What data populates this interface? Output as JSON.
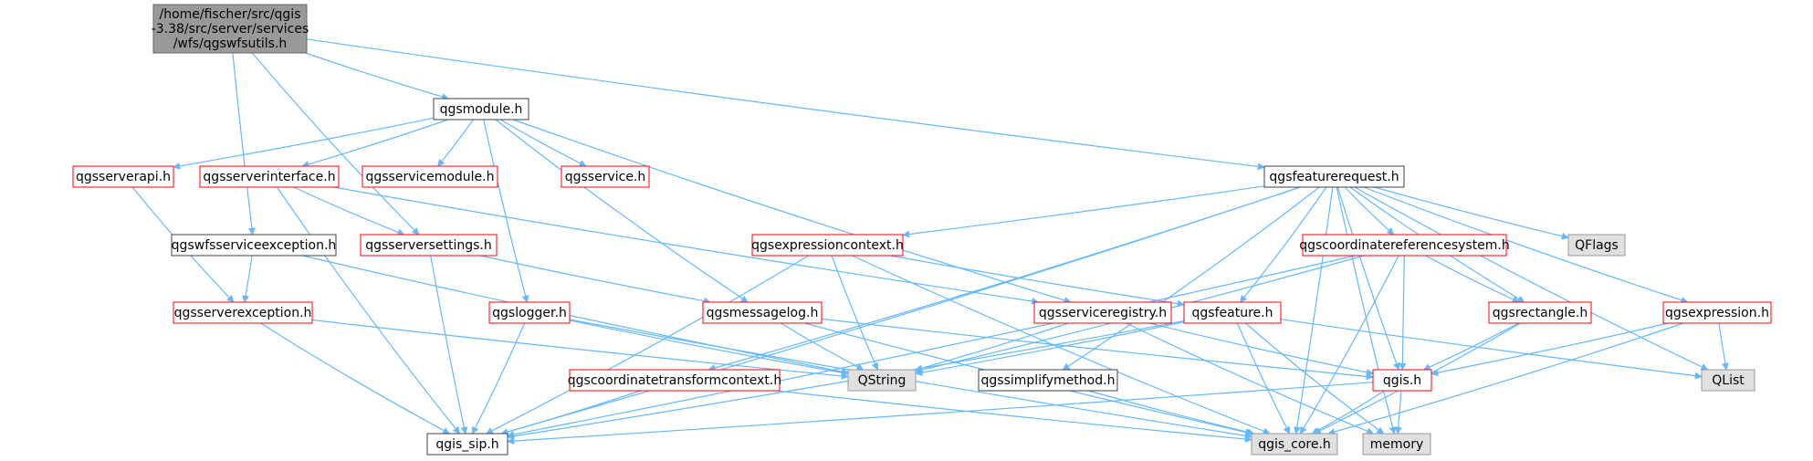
{
  "colors": {
    "edge": "#63b8ff",
    "root_fill": "#999999",
    "root_border": "#666666",
    "documented_border": "#ff0000",
    "plain_border": "#404040",
    "external_fill": "#e0e0e0",
    "external_border": "#999999",
    "text": "#000000"
  },
  "nodes": [
    {
      "id": "root",
      "lines": [
        "/home/fischer/src/qgis",
        "-3.38/src/server/services",
        "/wfs/qgswfsutils.h"
      ],
      "kind": "root"
    },
    {
      "id": "qgsmodule",
      "lines": [
        "qgsmodule.h"
      ],
      "kind": "plain"
    },
    {
      "id": "qgsserverapi",
      "lines": [
        "qgsserverapi.h"
      ],
      "kind": "documented"
    },
    {
      "id": "qgsserverinterface",
      "lines": [
        "qgsserverinterface.h"
      ],
      "kind": "documented"
    },
    {
      "id": "qgsservicemodule",
      "lines": [
        "qgsservicemodule.h"
      ],
      "kind": "documented"
    },
    {
      "id": "qgsservice",
      "lines": [
        "qgsservice.h"
      ],
      "kind": "documented"
    },
    {
      "id": "qgsfeaturerequest",
      "lines": [
        "qgsfeaturerequest.h"
      ],
      "kind": "plain"
    },
    {
      "id": "qgswfsserviceexception",
      "lines": [
        "qgswfsserviceexception.h"
      ],
      "kind": "plain"
    },
    {
      "id": "qgsserversettings",
      "lines": [
        "qgsserversettings.h"
      ],
      "kind": "documented"
    },
    {
      "id": "qgsexpressioncontext",
      "lines": [
        "qgsexpressioncontext.h"
      ],
      "kind": "documented"
    },
    {
      "id": "qgscoordinatereferencesystem",
      "lines": [
        "qgscoordinatereferencesystem.h"
      ],
      "kind": "documented"
    },
    {
      "id": "qflags",
      "lines": [
        "QFlags"
      ],
      "kind": "external"
    },
    {
      "id": "qgsserverexception",
      "lines": [
        "qgsserverexception.h"
      ],
      "kind": "documented"
    },
    {
      "id": "qgslogger",
      "lines": [
        "qgslogger.h"
      ],
      "kind": "documented"
    },
    {
      "id": "qgsmessagelog",
      "lines": [
        "qgsmessagelog.h"
      ],
      "kind": "documented"
    },
    {
      "id": "qgsserviceregistry",
      "lines": [
        "qgsserviceregistry.h"
      ],
      "kind": "documented"
    },
    {
      "id": "qgsfeature",
      "lines": [
        "qgsfeature.h"
      ],
      "kind": "documented"
    },
    {
      "id": "qgsrectangle",
      "lines": [
        "qgsrectangle.h"
      ],
      "kind": "documented"
    },
    {
      "id": "qgsexpression",
      "lines": [
        "qgsexpression.h"
      ],
      "kind": "documented"
    },
    {
      "id": "qgscoordinatetransformcontext",
      "lines": [
        "qgscoordinatetransformcontext.h"
      ],
      "kind": "documented"
    },
    {
      "id": "qstring",
      "lines": [
        "QString"
      ],
      "kind": "external"
    },
    {
      "id": "qgssimplifymethod",
      "lines": [
        "qgssimplifymethod.h"
      ],
      "kind": "plain"
    },
    {
      "id": "qgis",
      "lines": [
        "qgis.h"
      ],
      "kind": "documented"
    },
    {
      "id": "qlist",
      "lines": [
        "QList"
      ],
      "kind": "external"
    },
    {
      "id": "qgis_sip",
      "lines": [
        "qgis_sip.h"
      ],
      "kind": "plain"
    },
    {
      "id": "qgis_core",
      "lines": [
        "qgis_core.h"
      ],
      "kind": "external"
    },
    {
      "id": "memory",
      "lines": [
        "memory"
      ],
      "kind": "external"
    }
  ],
  "edges": [
    [
      "root",
      "qgsmodule"
    ],
    [
      "root",
      "qgsfeaturerequest"
    ],
    [
      "root",
      "qgswfsserviceexception"
    ],
    [
      "root",
      "qgsserversettings"
    ],
    [
      "qgsmodule",
      "qgsserverapi"
    ],
    [
      "qgsmodule",
      "qgsserverinterface"
    ],
    [
      "qgsmodule",
      "qgsservicemodule"
    ],
    [
      "qgsmodule",
      "qgsservice"
    ],
    [
      "qgsmodule",
      "qgslogger"
    ],
    [
      "qgsmodule",
      "qgsmessagelog"
    ],
    [
      "qgsmodule",
      "qgsserviceregistry"
    ],
    [
      "qgsserverapi",
      "qgsserverexception"
    ],
    [
      "qgsserverinterface",
      "qgsserversettings"
    ],
    [
      "qgsserverinterface",
      "qgis_sip"
    ],
    [
      "qgsserverinterface",
      "qgsserviceregistry"
    ],
    [
      "qgswfsserviceexception",
      "qgsserverexception"
    ],
    [
      "qgswfsserviceexception",
      "qstring"
    ],
    [
      "qgsserversettings",
      "qgsmessagelog"
    ],
    [
      "qgsserversettings",
      "qgis_sip"
    ],
    [
      "qgsserverexception",
      "qstring"
    ],
    [
      "qgsserverexception",
      "qgis_sip"
    ],
    [
      "qgslogger",
      "qstring"
    ],
    [
      "qgslogger",
      "qgis_sip"
    ],
    [
      "qgslogger",
      "qgis_core"
    ],
    [
      "qgsmessagelog",
      "qstring"
    ],
    [
      "qgsmessagelog",
      "qgis"
    ],
    [
      "qgsmessagelog",
      "qgis_core"
    ],
    [
      "qgsfeaturerequest",
      "qgsexpressioncontext"
    ],
    [
      "qgsfeaturerequest",
      "qgscoordinatereferencesystem"
    ],
    [
      "qgsfeaturerequest",
      "qflags"
    ],
    [
      "qgsfeaturerequest",
      "qgsfeature"
    ],
    [
      "qgsfeaturerequest",
      "qgsrectangle"
    ],
    [
      "qgsfeaturerequest",
      "qgsexpression"
    ],
    [
      "qgsfeaturerequest",
      "qgscoordinatetransformcontext"
    ],
    [
      "qgsfeaturerequest",
      "qgssimplifymethod"
    ],
    [
      "qgsfeaturerequest",
      "qgis"
    ],
    [
      "qgsfeaturerequest",
      "qlist"
    ],
    [
      "qgsfeaturerequest",
      "qgis_core"
    ],
    [
      "qgsfeaturerequest",
      "memory"
    ],
    [
      "qgsfeaturerequest",
      "qgis_sip"
    ],
    [
      "qgsexpressioncontext",
      "qstring"
    ],
    [
      "qgsexpressioncontext",
      "qgsfeature"
    ],
    [
      "qgsexpressioncontext",
      "qgis_sip"
    ],
    [
      "qgsexpressioncontext",
      "qgis_core"
    ],
    [
      "qgscoordinatereferencesystem",
      "qgsrectangle"
    ],
    [
      "qgscoordinatereferencesystem",
      "qgis"
    ],
    [
      "qgscoordinatereferencesystem",
      "qstring"
    ],
    [
      "qgscoordinatereferencesystem",
      "qgis_core"
    ],
    [
      "qgscoordinatereferencesystem",
      "qgis_sip"
    ],
    [
      "qgsserviceregistry",
      "qstring"
    ],
    [
      "qgsserviceregistry",
      "qgis"
    ],
    [
      "qgsserviceregistry",
      "memory"
    ],
    [
      "qgsfeature",
      "qstring"
    ],
    [
      "qgsfeature",
      "qgis_core"
    ],
    [
      "qgsfeature",
      "memory"
    ],
    [
      "qgsfeature",
      "qlist"
    ],
    [
      "qgsfeature",
      "qgis_sip"
    ],
    [
      "qgsrectangle",
      "qgis"
    ],
    [
      "qgsrectangle",
      "qgis_core"
    ],
    [
      "qgsexpression",
      "qgis"
    ],
    [
      "qgsexpression",
      "qlist"
    ],
    [
      "qgsexpression",
      "qgis_core"
    ],
    [
      "qgscoordinatetransformcontext",
      "qgis_sip"
    ],
    [
      "qgscoordinatetransformcontext",
      "qgis_core"
    ],
    [
      "qgssimplifymethod",
      "qgis_core"
    ],
    [
      "qgis",
      "qgis_sip"
    ],
    [
      "qgis",
      "qgis_core"
    ],
    [
      "qgis",
      "memory"
    ]
  ]
}
